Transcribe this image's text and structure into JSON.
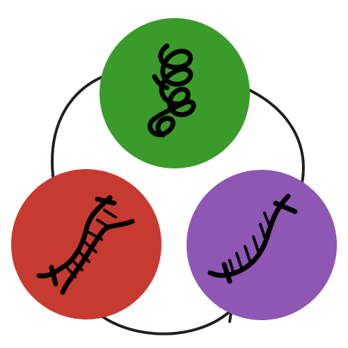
{
  "nodes": [
    {
      "id": "protein",
      "icon": "protein-coil-icon",
      "color": "#3a9a2a"
    },
    {
      "id": "dna",
      "icon": "dna-double-helix-icon",
      "color": "#c73a30"
    },
    {
      "id": "rna",
      "icon": "rna-single-strand-icon",
      "color": "#8e57b3"
    }
  ],
  "edges": [
    {
      "from": "dna",
      "to": "rna",
      "type": "arrow"
    },
    {
      "from": "rna",
      "to": "protein",
      "type": "arrow"
    },
    {
      "from": "protein",
      "to": "dna",
      "type": "inhibition"
    }
  ],
  "colors": {
    "stroke": "#1f1f1f",
    "background": "#ffffff"
  }
}
